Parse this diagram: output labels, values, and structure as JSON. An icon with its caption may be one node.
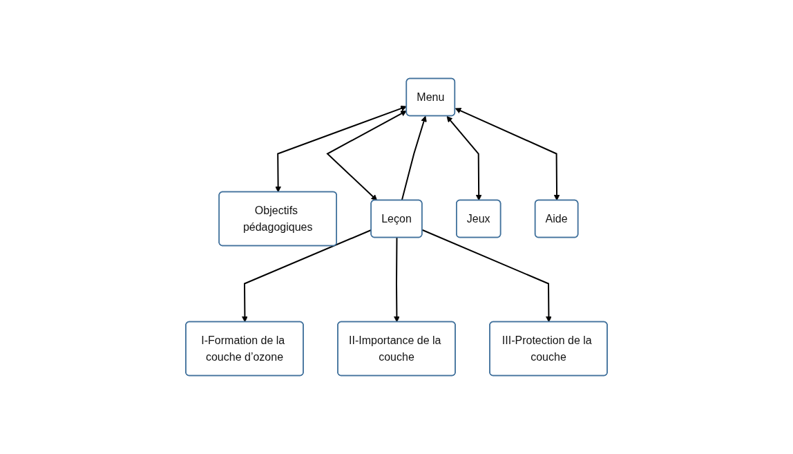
{
  "diagram": {
    "nodes": [
      {
        "text": [
          "Menu"
        ]
      },
      {
        "text": [
          "Objectifs pédagogiques"
        ]
      },
      {
        "text": [
          "Leçon"
        ]
      },
      {
        "text": [
          "Jeux"
        ]
      },
      {
        "text": [
          "Aide"
        ]
      },
      {
        "text": [
          "I-Formation de la couche d’ozone"
        ]
      },
      {
        "text": [
          "II-Importance de la couche"
        ]
      },
      {
        "text": [
          "III-Protection de la couche"
        ]
      }
    ],
    "edges": [
      {
        "from": 0,
        "to": 1,
        "arrow": "both"
      },
      {
        "from": 0,
        "to": 2,
        "arrow": "both"
      },
      {
        "from": 0,
        "to": 3,
        "arrow": "both"
      },
      {
        "from": 0,
        "to": 4,
        "arrow": "both"
      },
      {
        "from": 2,
        "to": 5,
        "arrow": "to"
      },
      {
        "from": 2,
        "to": 6,
        "arrow": "to"
      },
      {
        "from": 2,
        "to": 7,
        "arrow": "to"
      },
      {
        "from": 2,
        "to": 0,
        "arrow": "to"
      }
    ]
  }
}
